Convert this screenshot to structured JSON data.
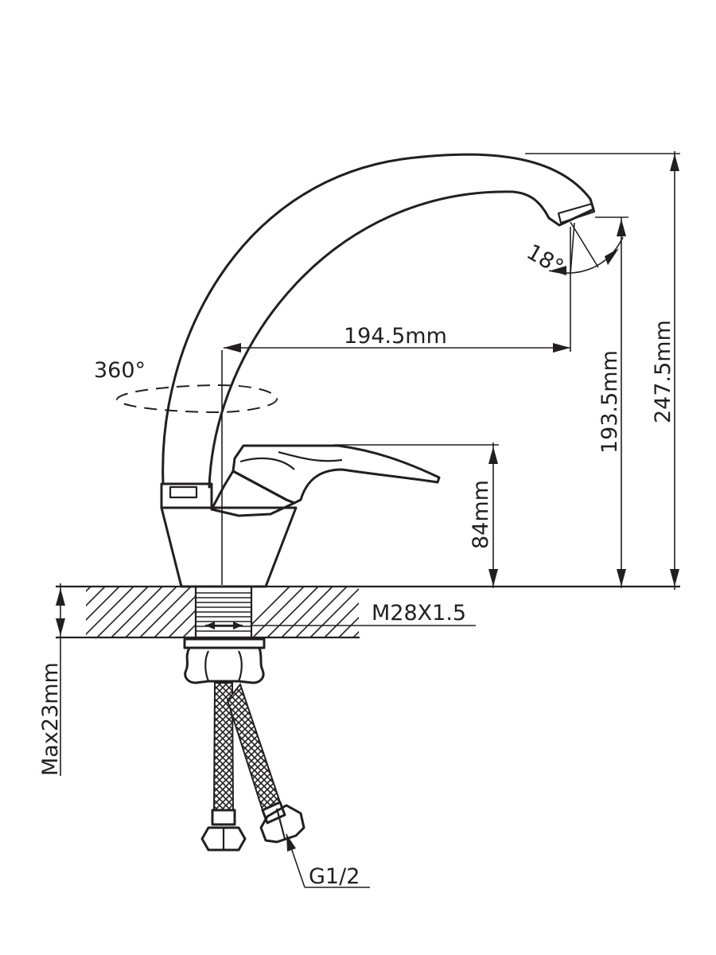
{
  "labels": {
    "rotation": "360°",
    "spout_angle": "18°",
    "spout_reach": "194.5mm",
    "spout_height": "193.5mm",
    "total_height": "247.5mm",
    "handle_height": "84mm",
    "thread": "M28X1.5",
    "max_thickness": "Max23mm",
    "connection": "G1/2"
  }
}
